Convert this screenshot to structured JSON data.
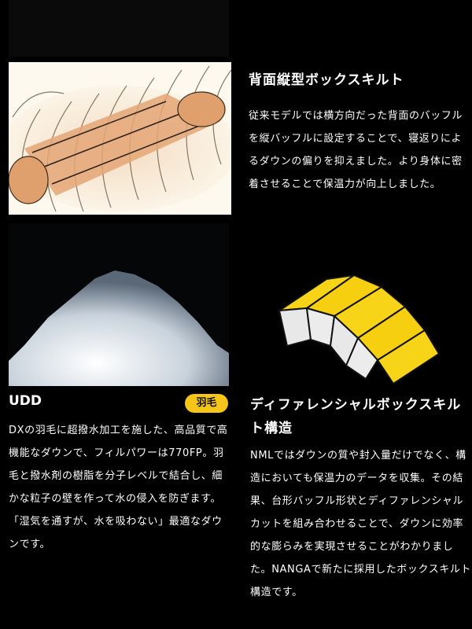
{
  "sections": {
    "back_box_quilt": {
      "title": "背面縦型ボックスキルト",
      "body": "従来モデルでは横方向だった背面のバッフルを縦バッフルに設定することで、寝返りによるダウンの偏りを抑えました。より身体に密着させることで保温力が向上しました。",
      "image": "sleeping-bag-illustration"
    },
    "udd": {
      "title": "UDD",
      "badge": "羽毛",
      "body": "DXの羽毛に超撥水加工を施した、高品質で高機能なダウンで、フィルパワーは770FP。羽毛と撥水剤の樹脂を分子レベルで結合し、細かな粒子の壁を作って水の侵入を防ぎます。「湿気を通すが、水を吸わない」最適なダウンです。",
      "image": "down-feather-photo"
    },
    "differential": {
      "title": "ディファレンシャルボックスキルト構造",
      "body": "NMLではダウンの質や封入量だけでなく、構造においても保温力のデータを収集。その結果、台形バッフル形状とディファレンシャルカットを組み合わせることで、ダウンに効率的な膨らみを実現させることがわかりました。NANGAで新たに採用したボックスキルト構造です。",
      "image": "box-quilt-diagram"
    }
  },
  "colors": {
    "background": "#000000",
    "accent": "#f5c518",
    "text": "#ffffff"
  }
}
